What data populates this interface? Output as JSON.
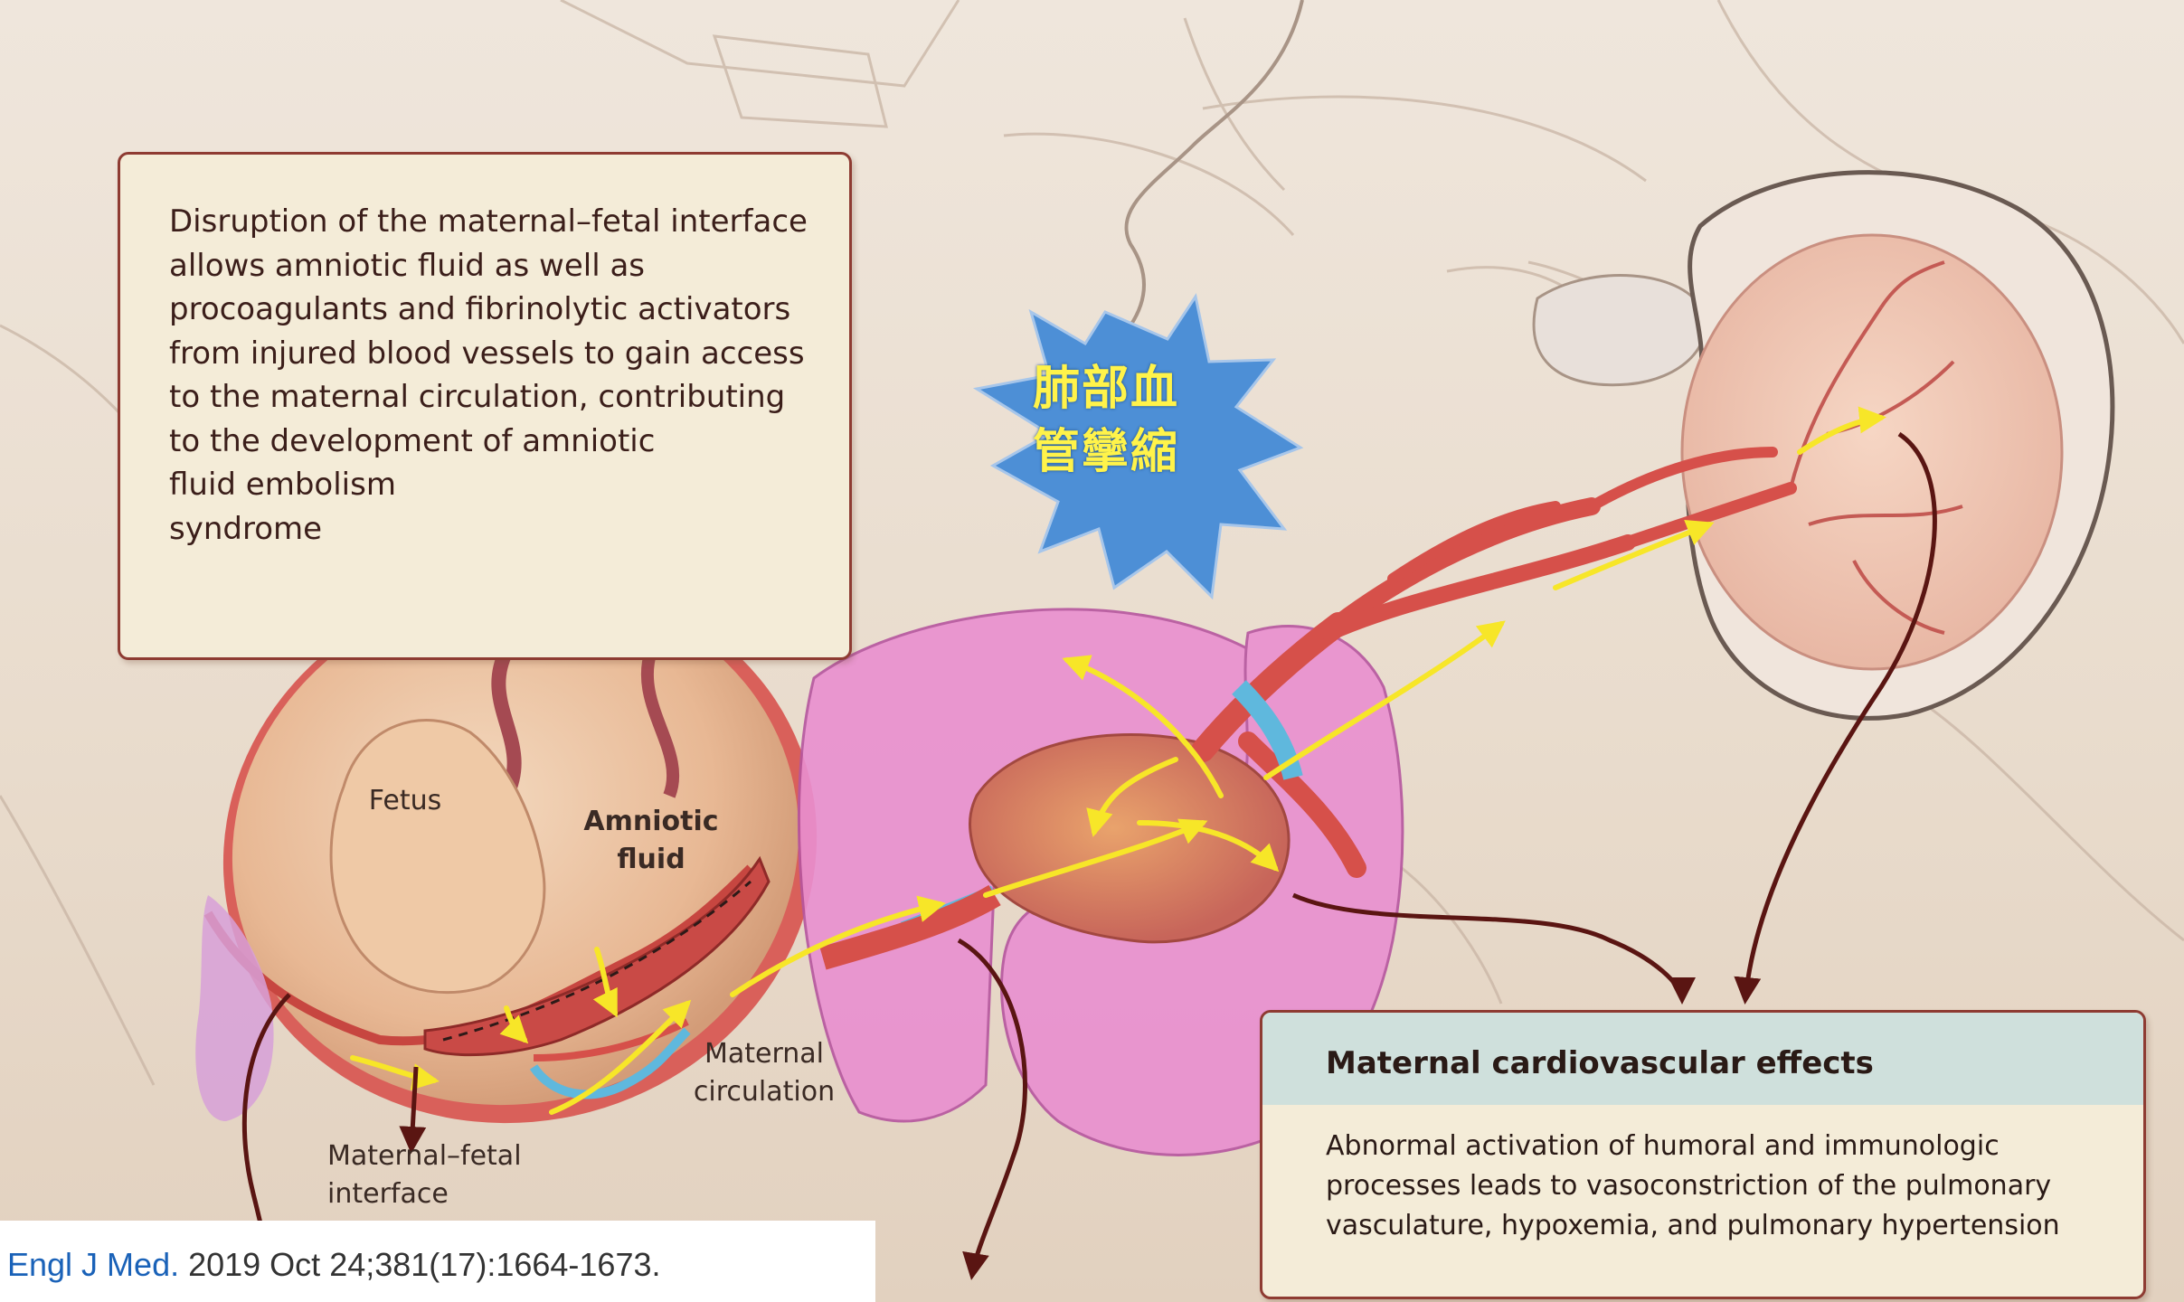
{
  "callout_top": {
    "lines": [
      "Disruption of the maternal–fetal interface",
      "allows amniotic fluid as well as",
      "procoagulants and fibrinolytic activators",
      "from injured blood vessels to gain access",
      "to the maternal circulation, contributing",
      "to the development of amniotic",
      "fluid embolism",
      "syndrome"
    ]
  },
  "burst": {
    "line1": "肺部血",
    "line2": "管攣縮",
    "fill_color": "#4d8fd6",
    "text_color": "#fff34a"
  },
  "labels": {
    "fetus": "Fetus",
    "amniotic_line1": "Amniotic",
    "amniotic_line2": "fluid",
    "maternal_circ_line1": "Maternal",
    "maternal_circ_line2": "circulation",
    "interface_line1": "Maternal–fetal",
    "interface_line2": "interface"
  },
  "callout_bottom": {
    "title": "Maternal cardiovascular effects",
    "lines": [
      "Abnormal activation of humoral and immunologic",
      "processes leads to vasoconstriction of the pulmonary",
      "vasculature, hypoxemia, and pulmonary hypertension"
    ],
    "header_color": "#cfe0dc"
  },
  "citation": {
    "journal": "Engl J Med.",
    "reference": " 2019 Oct 24;381(17):1664-1673."
  },
  "colors": {
    "arrow_yellow": "#f7e628",
    "lung_pink": "#e98fd0",
    "vessel_red": "#d6504a",
    "outline_maroon": "#8e3b32"
  }
}
